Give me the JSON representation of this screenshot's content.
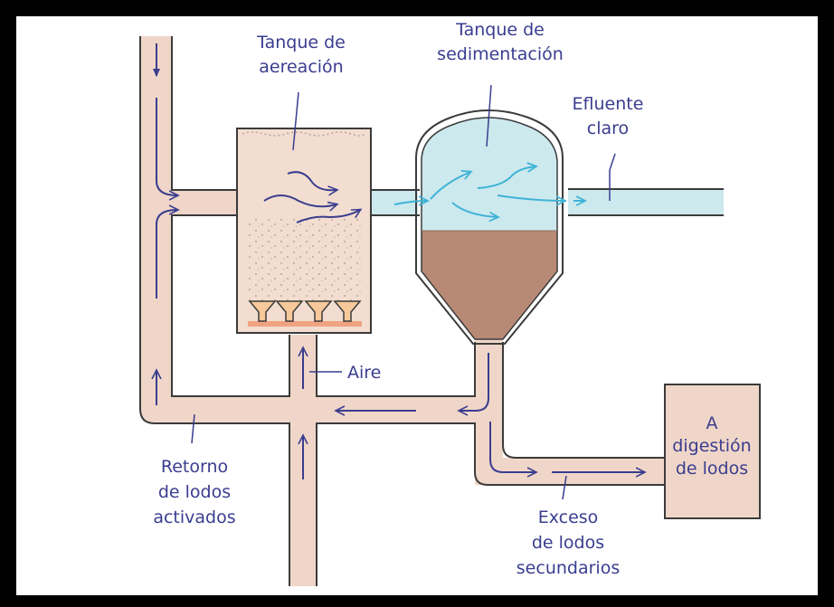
{
  "labels": {
    "aeration_tank": [
      "Tanque de",
      "aereación"
    ],
    "sedimentation_tank": [
      "Tanque de",
      "sedimentación"
    ],
    "clear_effluent": [
      "Efluente",
      "claro"
    ],
    "air": "Aire",
    "digestion": [
      "A",
      "digestión",
      "de lodos"
    ],
    "sludge_return": [
      "Retorno",
      "de lodos",
      "activados"
    ],
    "excess_sludge": [
      "Exceso",
      "de lodos",
      "secundarios"
    ]
  },
  "colors": {
    "pipe": "#f0d6c8",
    "outline": "#3b3b3b",
    "water": "#cce9ee",
    "sludge": "#b88a76",
    "flow_arrow": "#3a3d8f",
    "water_arrow": "#3fb3d6",
    "label": "#3a3d8f"
  }
}
